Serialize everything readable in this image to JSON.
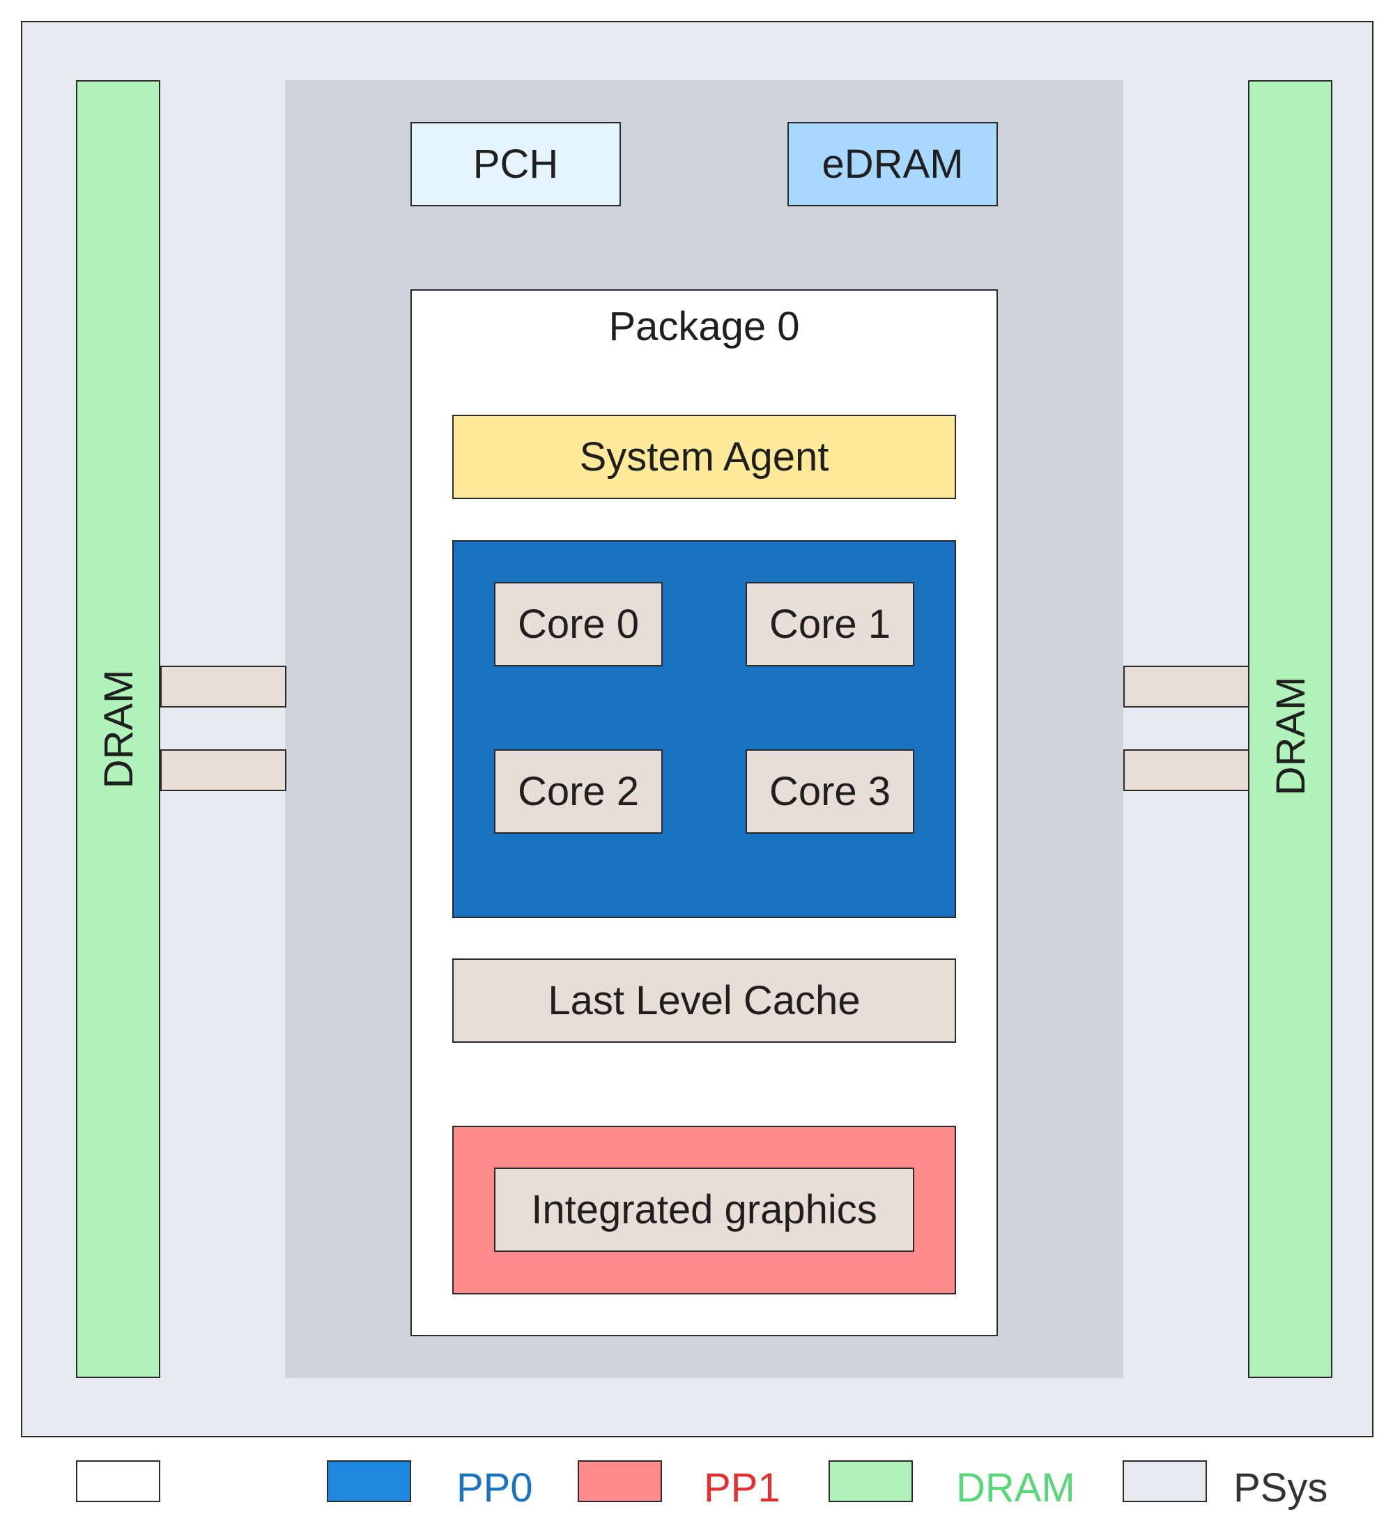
{
  "colors": {
    "psys": "#e7ebef",
    "platform": "#cfd4dc",
    "package": "#ffffff",
    "pp0": "#1a73c2",
    "pp1": "#ff8a8a",
    "dram": "#b0f2b9",
    "system_agent": "#ffea99",
    "component": "#e8ddd7",
    "pch": "#e6f4ff",
    "edram": "#a8d8ff",
    "legend_pp0_text": "#1a73c2",
    "legend_pp1_text": "#e03030",
    "legend_dram_text": "#5ad67a",
    "legend_psys_text": "#333333"
  },
  "diagram": {
    "pch": "PCH",
    "edram": "eDRAM",
    "dram_left": "DRAM",
    "dram_right": "DRAM",
    "package_title": "Package 0",
    "system_agent": "System Agent",
    "cores": [
      "Core 0",
      "Core 1",
      "Core 2",
      "Core 3"
    ],
    "llc": "Last Level Cache",
    "igpu": "Integrated graphics"
  },
  "legend": [
    {
      "label": "",
      "swatch": "#ffffff",
      "text_color": "#333333"
    },
    {
      "label": "PP0",
      "swatch": "#1f88e0",
      "text_color": "#1a73c2"
    },
    {
      "label": "PP1",
      "swatch": "#ff8a8a",
      "text_color": "#e03030"
    },
    {
      "label": "DRAM",
      "swatch": "#b0f2b9",
      "text_color": "#5ad67a"
    },
    {
      "label": "PSys",
      "swatch": "#e7ebef",
      "text_color": "#333333"
    }
  ]
}
